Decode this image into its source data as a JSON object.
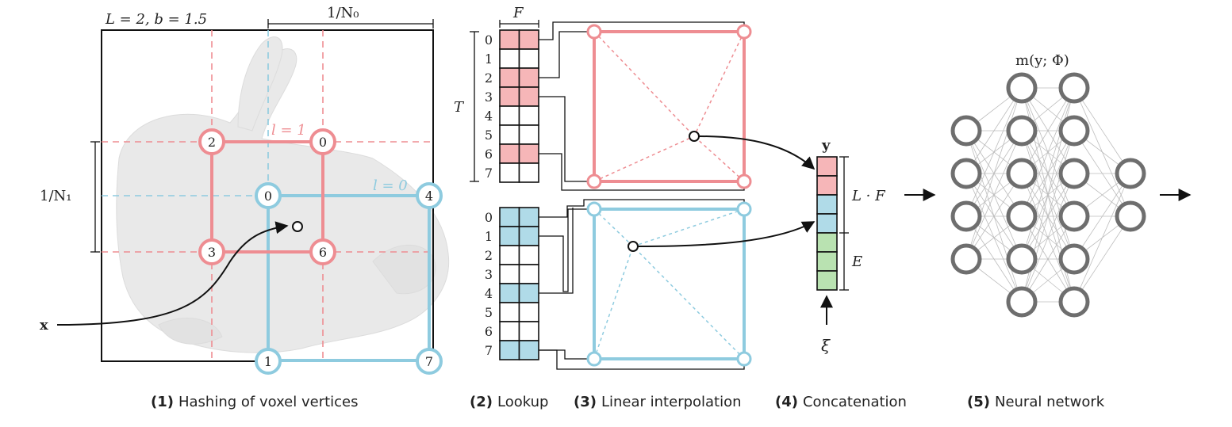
{
  "colors": {
    "red": "#ee8d92",
    "red_fill": "#f6b6b8",
    "blue": "#8ecbdf",
    "blue_fill": "#b0dbe8",
    "green_fill": "#b9e2b1",
    "gray": "#6e6e6e",
    "black": "#111111"
  },
  "panel1": {
    "params": "L = 2,   b = 1.5",
    "n0_label": "1/N₀",
    "n1_label": "1/N₁",
    "x_label": "x",
    "level1_label": "l = 1",
    "level0_label": "l = 0",
    "red_vertices": [
      "2",
      "0",
      "3",
      "6"
    ],
    "blue_vertices": [
      "0",
      "4",
      "1",
      "7"
    ]
  },
  "panel2": {
    "f_label": "F",
    "t_label": "T",
    "red_table_indices": [
      "0",
      "1",
      "2",
      "3",
      "4",
      "5",
      "6",
      "7"
    ],
    "red_filled_rows": [
      0,
      2,
      3,
      6
    ],
    "blue_table_indices": [
      "0",
      "1",
      "2",
      "3",
      "4",
      "5",
      "6",
      "7"
    ],
    "blue_filled_rows": [
      0,
      1,
      4,
      7
    ]
  },
  "panel4": {
    "y_label": "y",
    "lf_label": "L · F",
    "e_label": "E",
    "xi_label": "ξ",
    "cells": [
      "red",
      "red",
      "blue",
      "blue",
      "green",
      "green",
      "green"
    ]
  },
  "panel5": {
    "title": "m(y; Φ)",
    "layers": [
      4,
      6,
      6,
      2
    ]
  },
  "captions": [
    {
      "num": "(1)",
      "text": "Hashing of voxel vertices"
    },
    {
      "num": "(2)",
      "text": "Lookup"
    },
    {
      "num": "(3)",
      "text": "Linear interpolation"
    },
    {
      "num": "(4)",
      "text": "Concatenation"
    },
    {
      "num": "(5)",
      "text": "Neural network"
    }
  ]
}
